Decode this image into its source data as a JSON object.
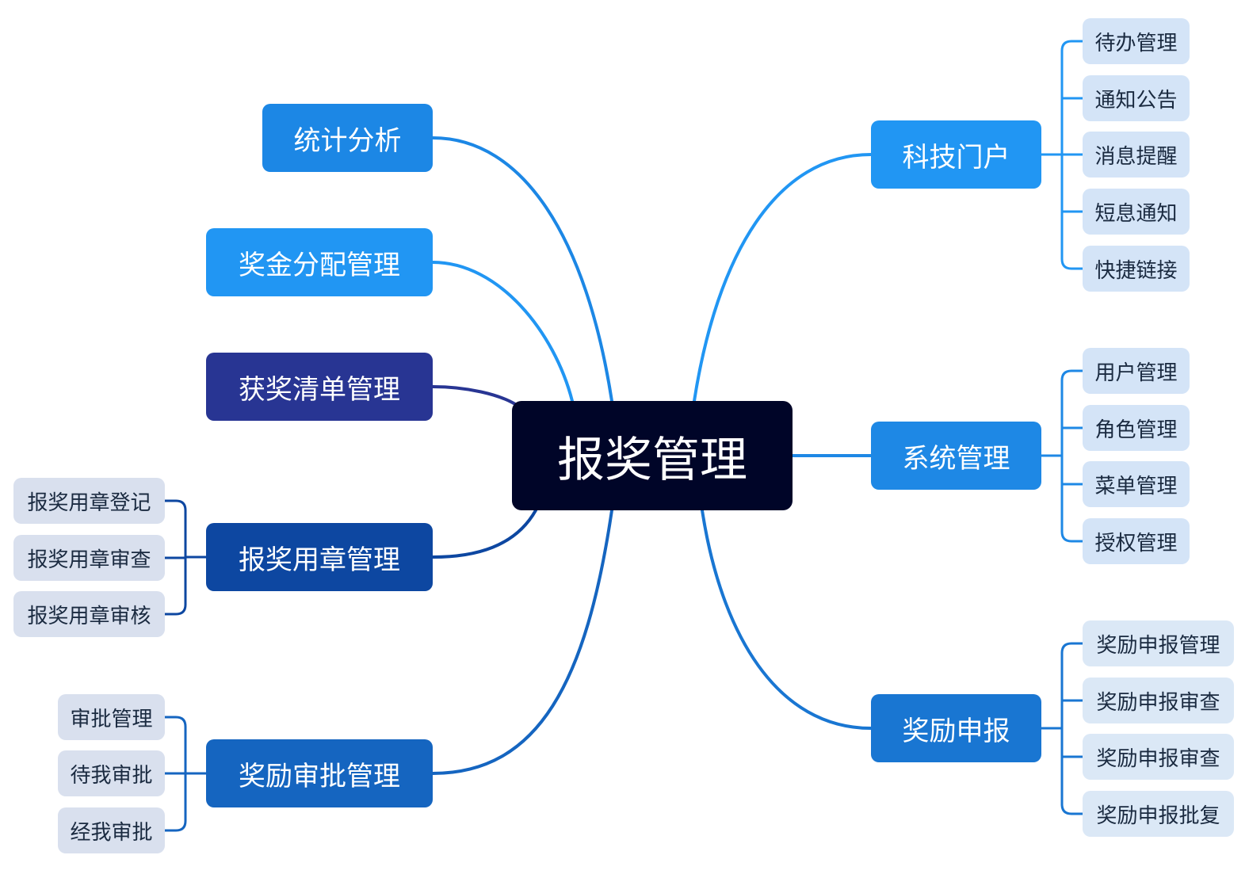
{
  "center": {
    "label": "报奖管理",
    "color": "#000528"
  },
  "left_branches": [
    {
      "label": "统计分析",
      "color": "#1c87e5",
      "children": []
    },
    {
      "label": "奖金分配管理",
      "color": "#2196f3",
      "children": []
    },
    {
      "label": "获奖清单管理",
      "color": "#283593",
      "children": []
    },
    {
      "label": "报奖用章管理",
      "color": "#0d47a1",
      "children": [
        "报奖用章登记",
        "报奖用章审查",
        "报奖用章审核"
      ]
    },
    {
      "label": "奖励审批管理",
      "color": "#1565c0",
      "children": [
        "审批管理",
        "待我审批",
        "经我审批"
      ]
    }
  ],
  "right_branches": [
    {
      "label": "科技门户",
      "color": "#2196f3",
      "children": [
        "待办管理",
        "通知公告",
        "消息提醒",
        "短息通知",
        "快捷链接"
      ]
    },
    {
      "label": "系统管理",
      "color": "#1e88e5",
      "children": [
        "用户管理",
        "角色管理",
        "菜单管理",
        "授权管理"
      ]
    },
    {
      "label": "奖励申报",
      "color": "#1976d2",
      "children": [
        "奖励申报管理",
        "奖励申报审查",
        "奖励申报审查",
        "奖励申报批复"
      ]
    }
  ],
  "subnode_colors": {
    "right": "#d4e4f7",
    "left": "#d9e0ee"
  }
}
